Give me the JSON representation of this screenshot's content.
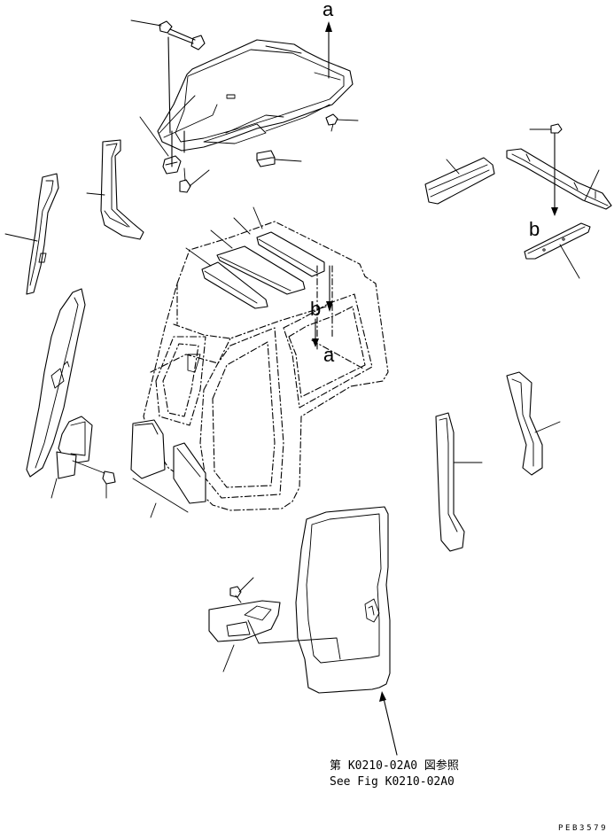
{
  "markers": {
    "a": "a",
    "b": "b"
  },
  "reference": {
    "line_jp": "第 K0210-02A0 図参照",
    "line_en": "See Fig  K0210-02A0"
  },
  "drawing_code": "PEB3579"
}
